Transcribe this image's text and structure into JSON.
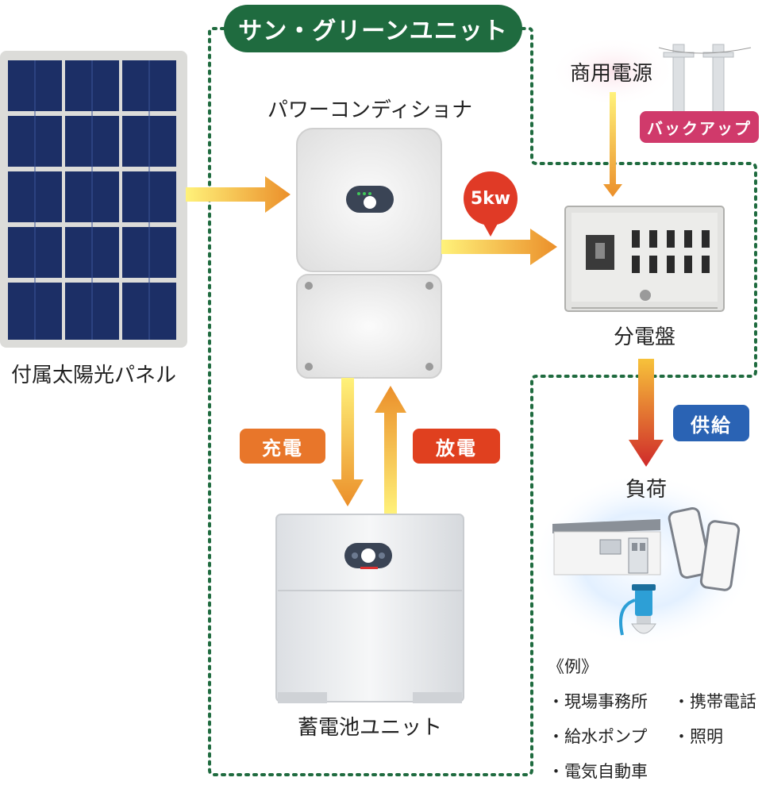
{
  "title": "サン・グリーンユニット",
  "labels": {
    "solar_panel": "付属太陽光パネル",
    "power_conditioner": "パワーコンディショナ",
    "commercial_power": "商用電源",
    "distribution_board": "分電盤",
    "load": "負荷",
    "battery_unit": "蓄電池ユニット"
  },
  "badges": {
    "backup": "バックアップ",
    "output": "5kw",
    "supply": "供給",
    "charge": "充電",
    "discharge": "放電"
  },
  "examples": {
    "heading": "《例》",
    "items": [
      "・現場事務所",
      "・携帯電話",
      "・給水ポンプ",
      "・照明",
      "・電気自動車"
    ]
  },
  "colors": {
    "green": "#1f6b3f",
    "backup_badge": "#d03a6b",
    "output_badge": "#e03a26",
    "supply_badge": "#2a63b4",
    "charge_badge": "#e8762a",
    "discharge_badge": "#e0401f",
    "panel_cell": "#1c2f66"
  }
}
